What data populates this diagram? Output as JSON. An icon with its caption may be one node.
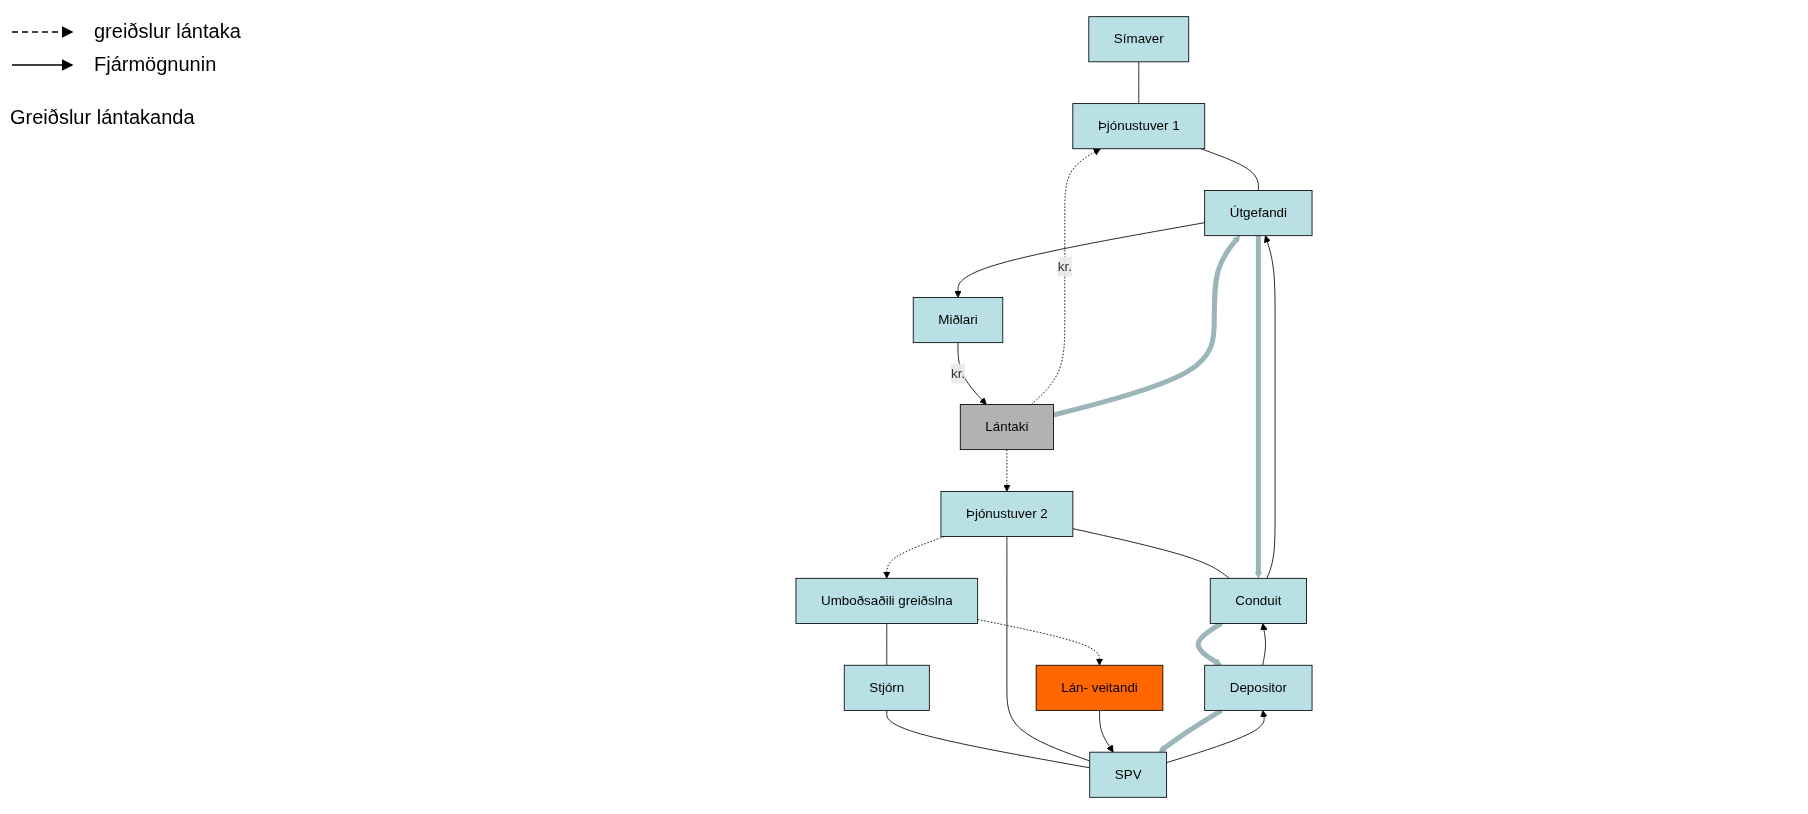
{
  "diagram": {
    "nodes": [
      {
        "text": [
          "Símaver"
        ]
      },
      {
        "text": [
          "Umboðsaðili greiðslna"
        ]
      },
      {
        "text": [
          "Þjónustuver 1"
        ]
      },
      {
        "text": [
          "Þjónustuver 2"
        ]
      },
      {
        "text": [
          "Stjórn"
        ]
      },
      {
        "text": [
          "Lántaki"
        ]
      },
      {
        "text": [
          "Miðlari"
        ]
      },
      {
        "text": [
          "Útgefandi"
        ]
      },
      {
        "text": [
          "Conduit"
        ]
      },
      {
        "text": [
          "Depositor"
        ]
      },
      {
        "text": [
          "SPV"
        ]
      },
      {
        "text": [
          "Lán- veitandi"
        ]
      }
    ],
    "edges": [
      {
        "from": 0,
        "to": 2,
        "arrow": "none"
      },
      {
        "from": 2,
        "to": 7,
        "arrow": "none"
      },
      {
        "from": 1,
        "to": 4,
        "arrow": "none"
      },
      {
        "from": 4,
        "to": 10,
        "arrow": "none"
      },
      {
        "from": 3,
        "to": 8,
        "arrow": "none"
      },
      {
        "from": 3,
        "to": 10,
        "arrow": "none"
      },
      {
        "from": 5,
        "to": 2,
        "arrow": "to",
        "style": "dashed",
        "label": "kr."
      },
      {
        "from": 5,
        "to": 3,
        "arrow": "to",
        "style": "dashed"
      },
      {
        "from": 3,
        "to": 1,
        "arrow": "to",
        "style": "dashed"
      },
      {
        "from": 1,
        "to": 11,
        "arrow": "to",
        "style": "dashed"
      },
      {
        "from": 11,
        "to": 10,
        "arrow": "to"
      },
      {
        "from": 10,
        "to": 9,
        "arrow": "to"
      },
      {
        "from": 9,
        "to": 8,
        "arrow": "to"
      },
      {
        "from": 8,
        "to": 7,
        "arrow": "to"
      },
      {
        "from": 7,
        "to": 6,
        "arrow": "to"
      },
      {
        "from": 6,
        "to": 5,
        "arrow": "to",
        "label": "kr."
      },
      {
        "from": 5,
        "to": 7,
        "arrow": "to",
        "style": "thick",
        "color": "#9bb5b8"
      },
      {
        "from": 7,
        "to": 8,
        "arrow": "to",
        "style": "thick",
        "color": "#9bb5b8"
      },
      {
        "from": 8,
        "to": 9,
        "arrow": "to",
        "style": "thick",
        "color": "#9bb5b8"
      },
      {
        "from": 9,
        "to": 10,
        "arrow": "to",
        "style": "thick",
        "color": "#9bb5b8"
      }
    ],
    "labels": [
      "Greiðslur lántakanda"
    ],
    "legend": [
      {
        "text": "greiðslur lántaka"
      },
      {
        "text": "Fjármögnunin"
      }
    ]
  }
}
